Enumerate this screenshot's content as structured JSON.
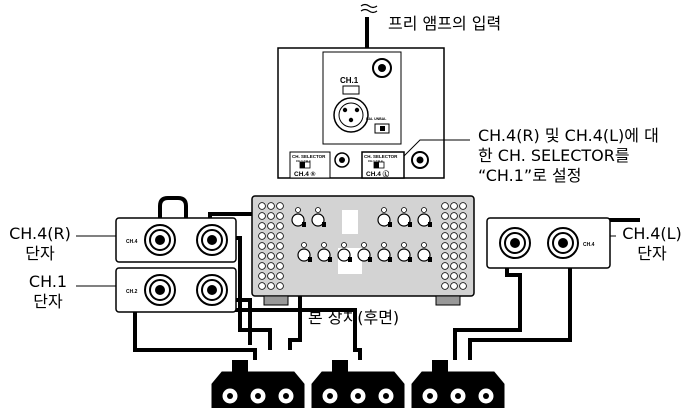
{
  "labels": {
    "preamp_input": "프리 앰프의 입력",
    "selector_note": [
      "CH.4(R) 및 CH.4(L)에 대",
      "한 CH. SELECTOR를",
      "“CH.1”로 설정"
    ],
    "ch4r_terminal": [
      "CH.4(R)",
      "단자"
    ],
    "ch1_terminal": [
      "CH.1",
      "단자"
    ],
    "ch4l_terminal": [
      "CH.4(L)",
      "단자"
    ],
    "unit_rear": "본 장치(후면)"
  },
  "panel": {
    "xlr_label": "CH.1",
    "xlr_switch": "BAL  UNBAL",
    "selector_title": "CH. SELECTOR",
    "selector_options": "CH.1    CH.4",
    "selector_left_channel": "CH.4 ®",
    "selector_right_channel": "CH.4 Ⓛ"
  },
  "jacks": {
    "ch4_left_box": "CH.4",
    "ch1_box": "CH.2",
    "ch4_right_box": "CH.4"
  }
}
